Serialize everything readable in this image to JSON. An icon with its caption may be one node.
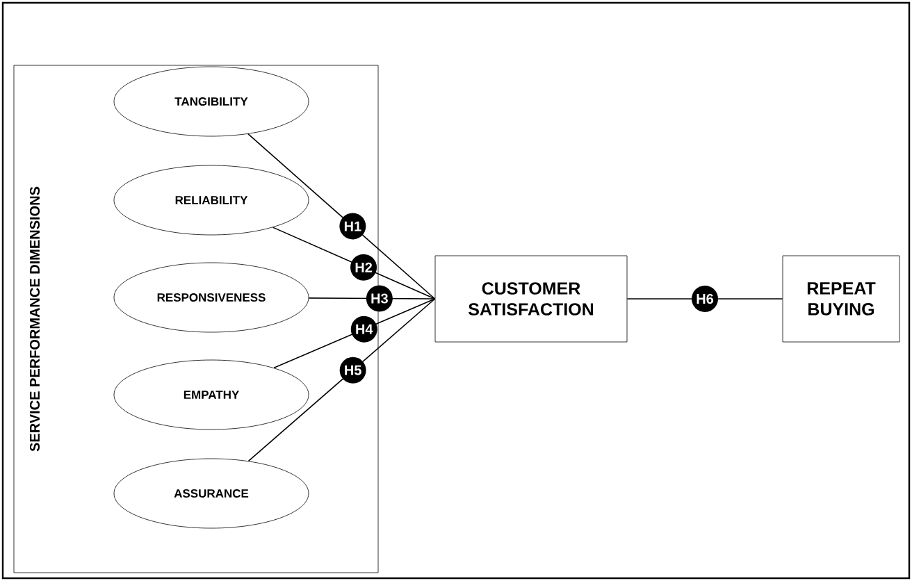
{
  "diagram": {
    "nodes": [
      {
        "text": [
          "SERVICE PERFORMANCE DIMENSIONS"
        ]
      },
      {
        "text": [
          "TANGIBILITY"
        ],
        "in": 0
      },
      {
        "text": [
          "RELIABILITY"
        ],
        "in": 0
      },
      {
        "text": [
          "RESPONSIVENESS"
        ],
        "in": 0
      },
      {
        "text": [
          "EMPATHY"
        ],
        "in": 0
      },
      {
        "text": [
          "ASSURANCE"
        ],
        "in": 0
      },
      {
        "text": [
          "CUSTOMER SATISFACTION"
        ]
      },
      {
        "text": [
          "REPEAT BUYING"
        ]
      }
    ],
    "edges": [
      {
        "from": 1,
        "to": 6,
        "arrow": "none",
        "label": "H1"
      },
      {
        "from": 2,
        "to": 6,
        "arrow": "none",
        "label": "H2"
      },
      {
        "from": 3,
        "to": 6,
        "arrow": "none",
        "label": "H3"
      },
      {
        "from": 4,
        "to": 6,
        "arrow": "none",
        "label": "H4"
      },
      {
        "from": 5,
        "to": 6,
        "arrow": "none",
        "label": "H5"
      },
      {
        "from": 6,
        "to": 7,
        "arrow": "none",
        "label": "H6"
      }
    ]
  }
}
